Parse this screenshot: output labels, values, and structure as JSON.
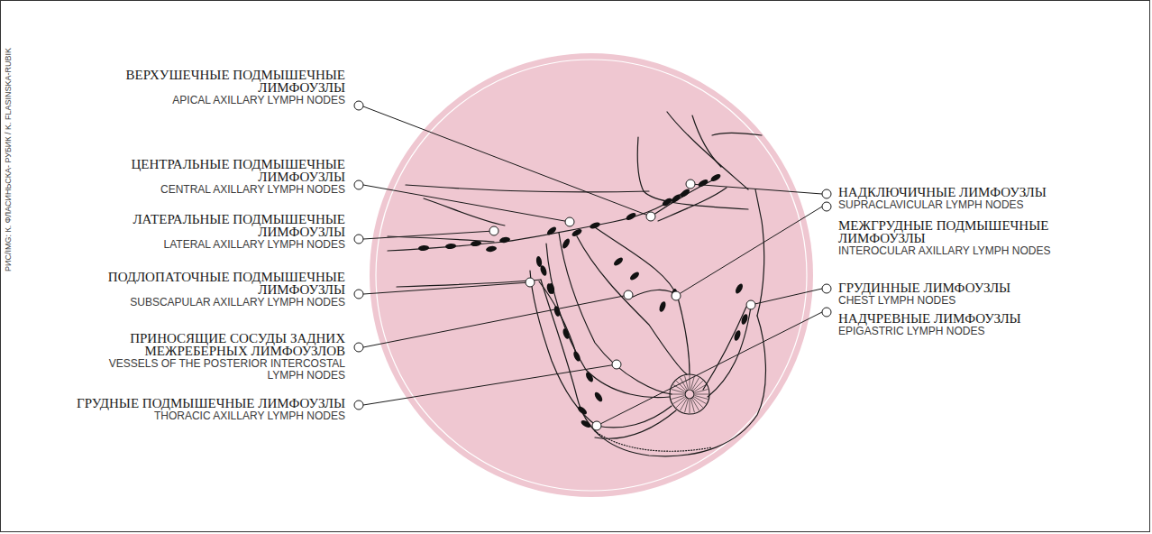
{
  "diagram": {
    "labels": [
      "ВЕРХУШЕЧНЫЕ ПОДМЫШЕЧНЫЕ ЛИМФОУЗЛЫ",
      "APICAL AXILLARY LYMPH NODES",
      "ЦЕНТРАЛЬНЫЕ ПОДМЫШЕЧНЫЕ ЛИМФОУЗЛЫ",
      "CENTRAL AXILLARY LYMPH NODES",
      "ЛАТЕРАЛЬНЫЕ ПОДМЫШЕЧНЫЕ ЛИМФОУЗЛЫ",
      "LATERAL AXILLARY LYMPH NODES",
      "ПОДЛОПАТОЧНЫЕ ПОДМЫШЕЧНЫЕ ЛИМФОУЗЛЫ",
      "SUBSCAPULAR AXILLARY LYMPH NODES",
      "ПРИНОСЯЩИЕ СОСУДЫ ЗАДНИХ МЕЖРЕБЕРНЫХ ЛИМФОУЗЛОВ",
      "VESSELS OF THE POSTERIOR INTERCOSTAL LYMPH NODES",
      "ГРУДНЫЕ ПОДМЫШЕЧНЫЕ ЛИМФОУЗЛЫ",
      "THORACIC AXILLARY LYMPH NODES",
      "НАДКЛЮЧИЧНЫЕ ЛИМФОУЗЛЫ",
      "SUPRACLAVICULAR LYMPH NODES",
      "МЕЖГРУДНЫЕ ПОДМЫШЕЧНЫЕ ЛИМФОУЗЛЫ",
      "INTEROCULAR AXILLARY LYMPH NODES",
      "ГРУДИННЫЕ ЛИМФОУЗЛЫ",
      "CHEST LYMPH NODES",
      "НАДЧРЕВНЫЕ ЛИМФОУЗЛЫ",
      "EPIGASTRIC LYMPH NODES",
      "РИС/IMG: К. ФЛАСИНЬСКА- РУБИК / K. FLASINSKA-RUBIK"
    ]
  }
}
